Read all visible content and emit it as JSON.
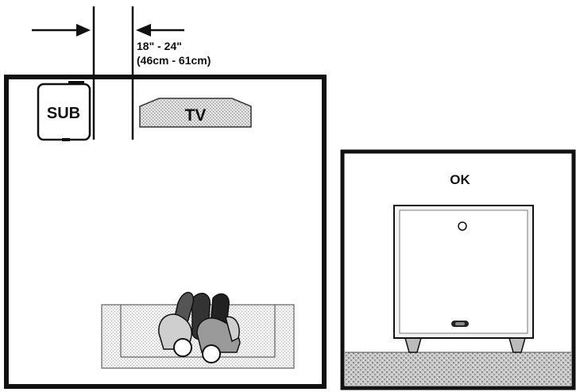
{
  "distance": {
    "imperial": "18\" - 24\"",
    "metric": "(46cm - 61cm)"
  },
  "room": {
    "sub_label": "SUB",
    "tv_label": "TV"
  },
  "placement_check": {
    "status_label": "OK"
  },
  "colors": {
    "ink": "#111111",
    "pattern_gray": "#bdbdbd",
    "background": "#ffffff"
  }
}
